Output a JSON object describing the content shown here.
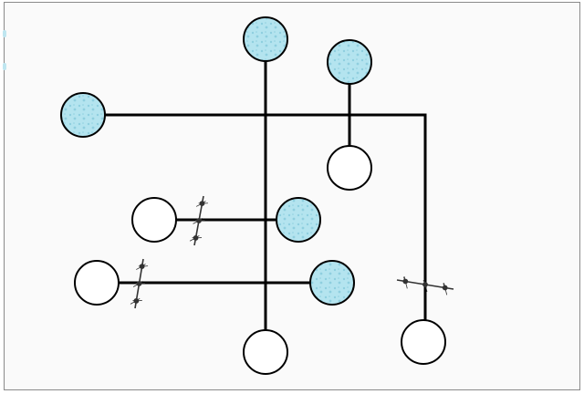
{
  "colors": {
    "board_bg": "#fafafa",
    "board_border": "#8a8a8a",
    "line": "#000000",
    "filled_node": "#b4e4ef",
    "filled_texture": "#8fcfdf",
    "empty_node": "#ffffff",
    "barbed_wire": "#333333"
  },
  "icons": {
    "filled_node": "water-filled-circle",
    "empty_node": "empty-circle",
    "blocker": "barbed-wire-icon"
  },
  "game": {
    "nodes": [
      {
        "id": "top-center",
        "filled": true
      },
      {
        "id": "top-right",
        "filled": true
      },
      {
        "id": "left",
        "filled": true
      },
      {
        "id": "right-middle",
        "filled": false
      },
      {
        "id": "middle-left",
        "filled": false
      },
      {
        "id": "middle-right",
        "filled": true
      },
      {
        "id": "lower-left",
        "filled": false
      },
      {
        "id": "lower-right",
        "filled": true
      },
      {
        "id": "bottom-center",
        "filled": false
      },
      {
        "id": "bottom-right",
        "filled": false
      }
    ]
  }
}
